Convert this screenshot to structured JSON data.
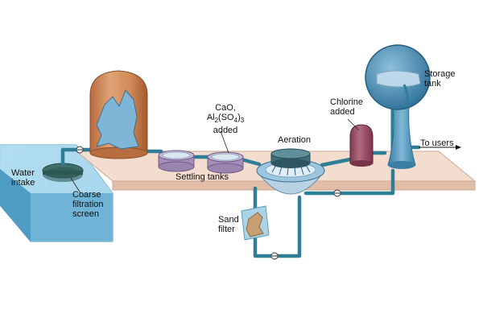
{
  "labels": {
    "water_intake": [
      "Water",
      "intake"
    ],
    "coarse_screen": [
      "Coarse",
      "filtration",
      "screen"
    ],
    "settling_tanks": "Settling tanks",
    "chemicals": {
      "line1": "CaO,",
      "al": "Al",
      "sub2": "2",
      "so": "(SO",
      "sub4": "4",
      "close": ")",
      "sub3": "3",
      "line3": "added"
    },
    "aeration": "Aeration",
    "sand_filter": [
      "Sand",
      "filter"
    ],
    "chlorine": [
      "Chlorine",
      "added"
    ],
    "storage_tank": [
      "Storage",
      "tank"
    ],
    "to_users": "To users"
  },
  "colors": {
    "platform_top": "#f3ddcf",
    "platform_front": "#e6c5b1",
    "pipe": "#2e7f95",
    "pipe_light": "#6fb6c6",
    "copper_tank": "#d79463",
    "copper_tank_dark": "#b86d3f",
    "water_blue": "#7fb6d8",
    "settling_tank": "#b8a3c9",
    "aeration_dish": "#9cc6de",
    "aeration_dark": "#3f6f7b",
    "sand": "#c79f72",
    "filter_box": "#a9d3e6",
    "chlorine_tank": "#9a4e63",
    "storage_globe": "#4e91b8",
    "storage_water": "#bcd6ea",
    "intake_water": "#8cc8e6"
  },
  "icons": [
    "valve-icon",
    "arrow-right-icon"
  ]
}
